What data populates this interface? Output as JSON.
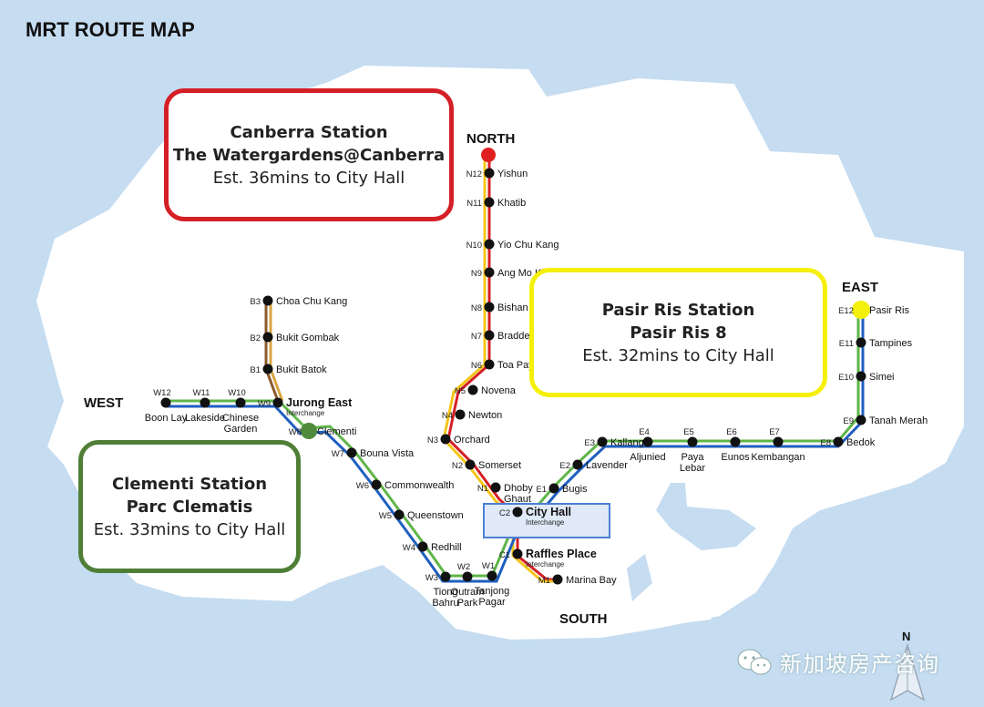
{
  "title": "MRT ROUTE MAP",
  "directions": {
    "north": "NORTH",
    "south": "SOUTH",
    "east": "EAST",
    "west": "WEST",
    "compass": "N"
  },
  "callouts": {
    "canberra": {
      "line1": "Canberra Station",
      "line2": "The Watergardens@Canberra",
      "line3": "Est. 36mins to City Hall",
      "border_color": "#d51f26"
    },
    "pasir_ris": {
      "line1": "Pasir Ris Station",
      "line2": "Pasir Ris 8",
      "line3": "Est. 32mins to City Hall",
      "border_color": "#f5f00a"
    },
    "clementi": {
      "line1": "Clementi Station",
      "line2": "Parc Clematis",
      "line3": "Est. 33mins to City Hall",
      "border_color": "#4f7f37"
    }
  },
  "watermark": {
    "text": "新加坡房产咨询",
    "icon": "wechat-icon"
  },
  "colors": {
    "sea": "#c5dcf1",
    "land": "#ffffff",
    "ns_red": "#d51f26",
    "ns_yellow": "#f5c518",
    "ew_green": "#5fb548",
    "ew_blue": "#1f5fbf",
    "brown": "#8b5a2b",
    "interchange_box": "#4b7fd6"
  },
  "stations": [
    {
      "code": "N12",
      "name": "Yishun"
    },
    {
      "code": "N11",
      "name": "Khatib"
    },
    {
      "code": "N10",
      "name": "Yio Chu Kang"
    },
    {
      "code": "N9",
      "name": "Ang Mo Kio"
    },
    {
      "code": "N8",
      "name": "Bishan"
    },
    {
      "code": "N7",
      "name": "Braddell"
    },
    {
      "code": "N6",
      "name": "Toa Payoh"
    },
    {
      "code": "N5",
      "name": "Novena"
    },
    {
      "code": "N4",
      "name": "Newton"
    },
    {
      "code": "N3",
      "name": "Orchard"
    },
    {
      "code": "N2",
      "name": "Somerset"
    },
    {
      "code": "N1",
      "name": "Dhoby\nGhaut"
    },
    {
      "code": "C2",
      "name": "City Hall",
      "sub": "Interchange"
    },
    {
      "code": "C1",
      "name": "Raffles Place",
      "sub": "Interchange"
    },
    {
      "code": "M1",
      "name": "Marina Bay"
    },
    {
      "code": "E1",
      "name": "Bugis"
    },
    {
      "code": "E2",
      "name": "Lavender"
    },
    {
      "code": "E3",
      "name": "Kallang"
    },
    {
      "code": "E4",
      "name": "Aljunied"
    },
    {
      "code": "E5",
      "name": "Paya\nLebar"
    },
    {
      "code": "E6",
      "name": "Eunos"
    },
    {
      "code": "E7",
      "name": "Kembangan"
    },
    {
      "code": "E8",
      "name": "Bedok"
    },
    {
      "code": "E9",
      "name": "Tanah Merah"
    },
    {
      "code": "E10",
      "name": "Simei"
    },
    {
      "code": "E11",
      "name": "Tampines"
    },
    {
      "code": "E12",
      "name": "Pasir Ris"
    },
    {
      "code": "W1",
      "name": "Tanjong\nPagar"
    },
    {
      "code": "W2",
      "name": "Outram\nPark"
    },
    {
      "code": "W3",
      "name": "Tiong\nBahru"
    },
    {
      "code": "W4",
      "name": "Redhill"
    },
    {
      "code": "W5",
      "name": "Queenstown"
    },
    {
      "code": "W6",
      "name": "Commonwealth"
    },
    {
      "code": "W7",
      "name": "Bouna Vista"
    },
    {
      "code": "W8",
      "name": "Clementi"
    },
    {
      "code": "W9",
      "name": "Jurong East",
      "sub": "Interchange"
    },
    {
      "code": "W10",
      "name": "Chinese\nGarden"
    },
    {
      "code": "W11",
      "name": "Lakeside"
    },
    {
      "code": "W12",
      "name": "Boon Lay"
    },
    {
      "code": "B1",
      "name": "Bukit Batok"
    },
    {
      "code": "B2",
      "name": "Bukit Gombak"
    },
    {
      "code": "B3",
      "name": "Choa Chu Kang"
    }
  ]
}
